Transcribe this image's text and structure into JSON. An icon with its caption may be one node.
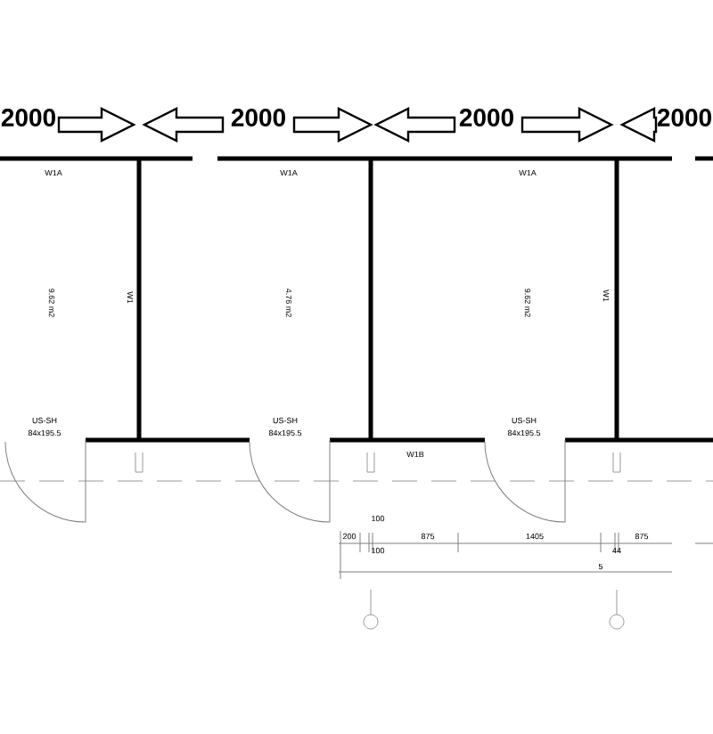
{
  "diagram": {
    "labels": [
      "2000",
      "2000",
      "2000",
      "2000",
      "W1A",
      "W1A",
      "W1A",
      "W1",
      "9.62 m2",
      "4.76 m2",
      "W1",
      "9.62 m2",
      "US-SH",
      "84x195.5",
      "US-SH",
      "84x195.5",
      "US-SH",
      "84x195.5",
      "W1B",
      "100",
      "200",
      "875",
      "1405",
      "875",
      "100",
      "44",
      "5"
    ]
  }
}
